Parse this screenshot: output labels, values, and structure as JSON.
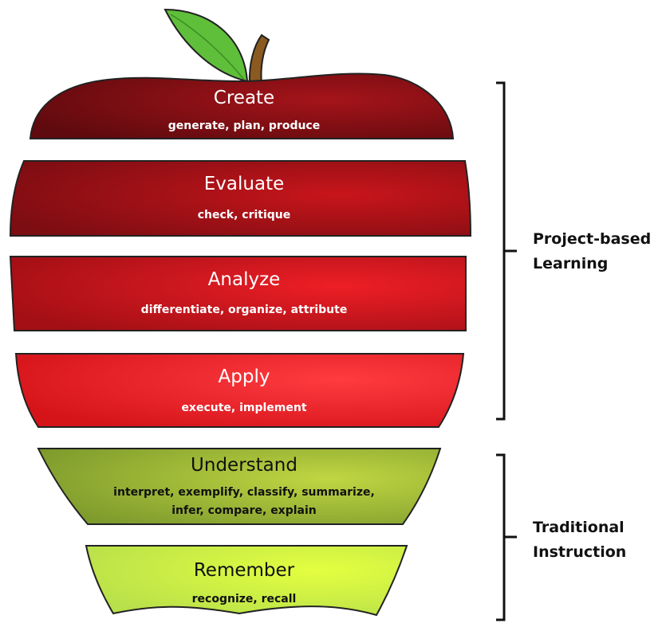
{
  "layers": [
    {
      "title": "Create",
      "desc": [
        "generate, plan, produce"
      ],
      "fill": "#7a0e12",
      "text_color": "#ffffff"
    },
    {
      "title": "Evaluate",
      "desc": [
        "check, critique"
      ],
      "fill": "#9a1116",
      "text_color": "#ffffff"
    },
    {
      "title": "Analyze",
      "desc": [
        "differentiate, organize, attribute"
      ],
      "fill": "#c5141a",
      "text_color": "#ffffff"
    },
    {
      "title": "Apply",
      "desc": [
        "execute, implement"
      ],
      "fill": "#e8191f",
      "text_color": "#ffffff"
    },
    {
      "title": "Understand",
      "desc": [
        "interpret, exemplify, classify, summarize,",
        "infer, compare, explain"
      ],
      "fill": "#9ab43a",
      "text_color": "#111111"
    },
    {
      "title": "Remember",
      "desc": [
        "recognize, recall"
      ],
      "fill": "#c9ec4a",
      "text_color": "#111111"
    }
  ],
  "groups": [
    {
      "label": [
        "Project-based",
        "Learning"
      ]
    },
    {
      "label": [
        "Traditional",
        "Instruction"
      ]
    }
  ],
  "colors": {
    "leaf": "#5fbf3a",
    "stem": "#8a5a20",
    "outline": "#222222",
    "bracket": "#111111"
  }
}
